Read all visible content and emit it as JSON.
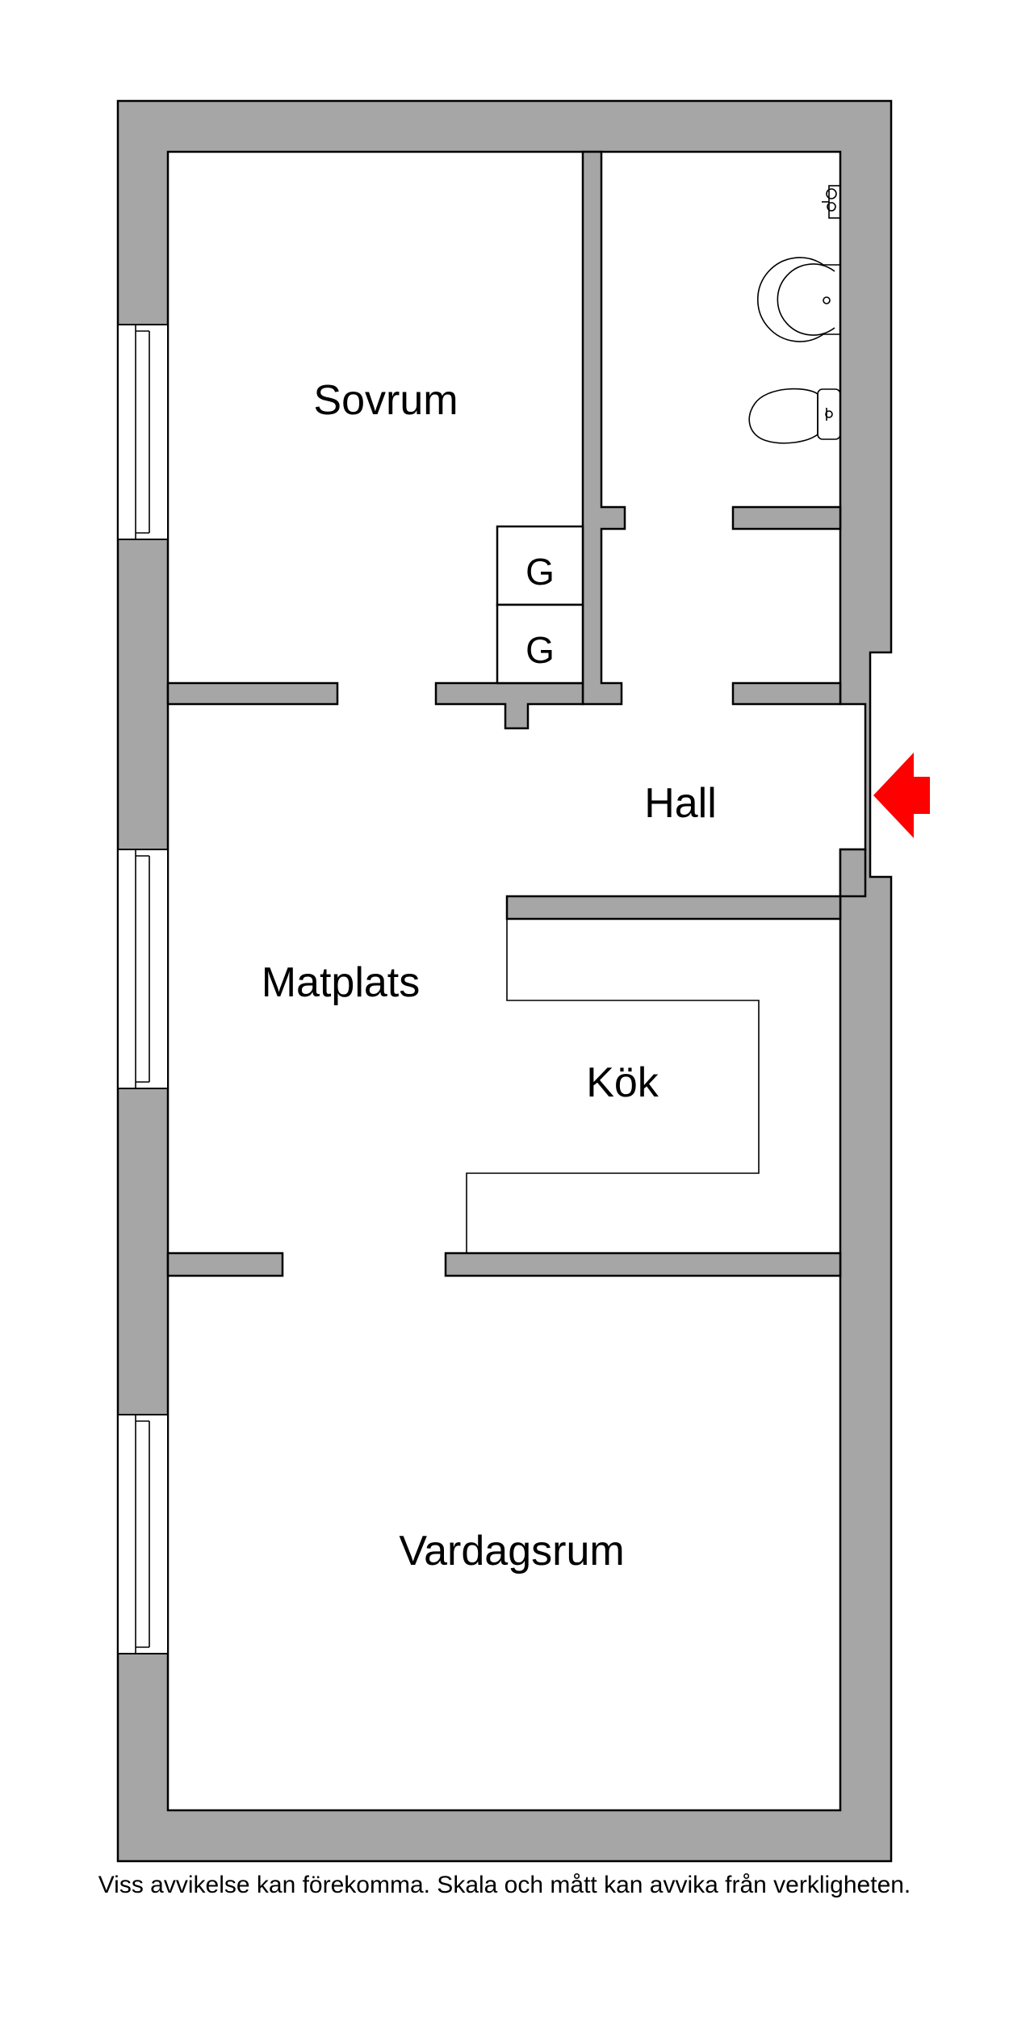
{
  "rooms": {
    "sovrum": "Sovrum",
    "hall": "Hall",
    "matplats": "Matplats",
    "kok": "Kök",
    "vardagsrum": "Vardagsrum"
  },
  "wardrobes": [
    "G",
    "G"
  ],
  "disclaimer": "Viss avvikelse kan förekomma. Skala och mått kan avvika från verkligheten.",
  "colors": {
    "wall": "#a6a6a6",
    "entrance_arrow": "#ff0000"
  },
  "icons": [
    "entrance-arrow-icon",
    "toilet-icon",
    "sink-icon",
    "faucet-icon"
  ]
}
